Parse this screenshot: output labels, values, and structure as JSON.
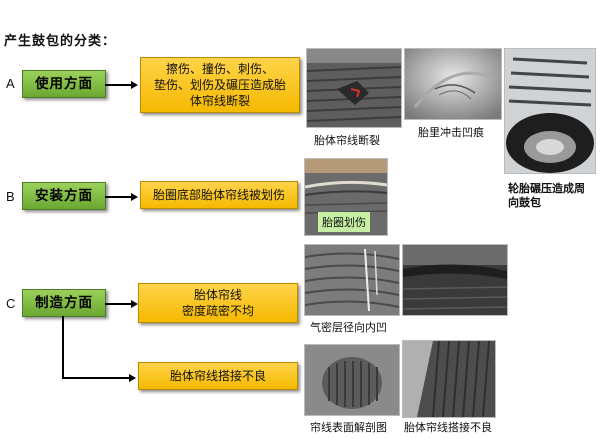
{
  "title": "产生鼓包的分类：",
  "rows": [
    {
      "letter": "A",
      "category": "使用方面",
      "desc_lines": [
        "擦伤、撞伤、刺伤、",
        "垫伤、划伤及碾压造成胎",
        "体帘线断裂"
      ],
      "captions": [
        "胎体帘线断裂",
        "胎里冲击凹痕",
        "轮胎碾压造成周向鼓包"
      ]
    },
    {
      "letter": "B",
      "category": "安装方面",
      "desc_lines": [
        "胎圈底部胎体帘线被划伤"
      ],
      "captions": [
        "胎圈划伤"
      ]
    },
    {
      "letter": "C",
      "category": "制造方面",
      "desc_lines": [
        "胎体帘线",
        "密度疏密不均"
      ],
      "desc2_lines": [
        "胎体帘线搭接不良"
      ],
      "captions": [
        "气密层径向内凹",
        "帘线表面解剖图",
        "胎体帘线搭接不良"
      ]
    }
  ]
}
